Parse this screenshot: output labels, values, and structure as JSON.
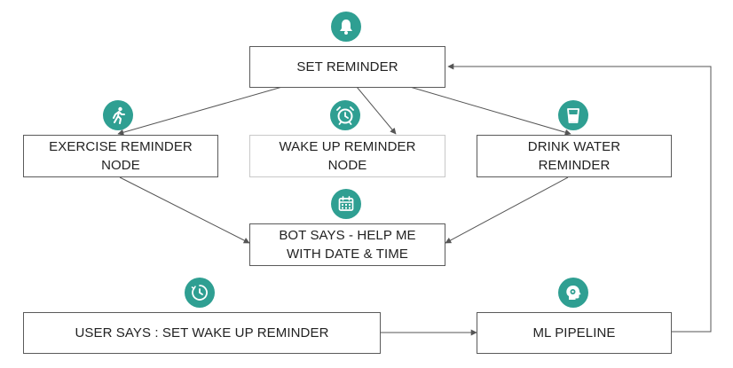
{
  "nodes": {
    "set_reminder": "SET REMINDER",
    "exercise": "EXERCISE REMINDER\nNODE",
    "wake_up": "WAKE UP REMINDER\nNODE",
    "drink_water": "DRINK WATER\nREMINDER",
    "bot_says": "BOT SAYS - HELP ME\nWITH DATE & TIME",
    "user_says": "USER SAYS : SET WAKE UP REMINDER",
    "ml_pipeline": "ML PIPELINE"
  },
  "icons": {
    "set_reminder": "bell-icon",
    "exercise": "running-person-icon",
    "wake_up": "alarm-clock-icon",
    "drink_water": "water-glass-icon",
    "bot_says": "calendar-icon",
    "user_says": "timer-icon",
    "ml_pipeline": "brain-gear-icon"
  },
  "colors": {
    "accent": "#2f9f92",
    "border": "#5a5a5a",
    "arrow": "#555555"
  }
}
